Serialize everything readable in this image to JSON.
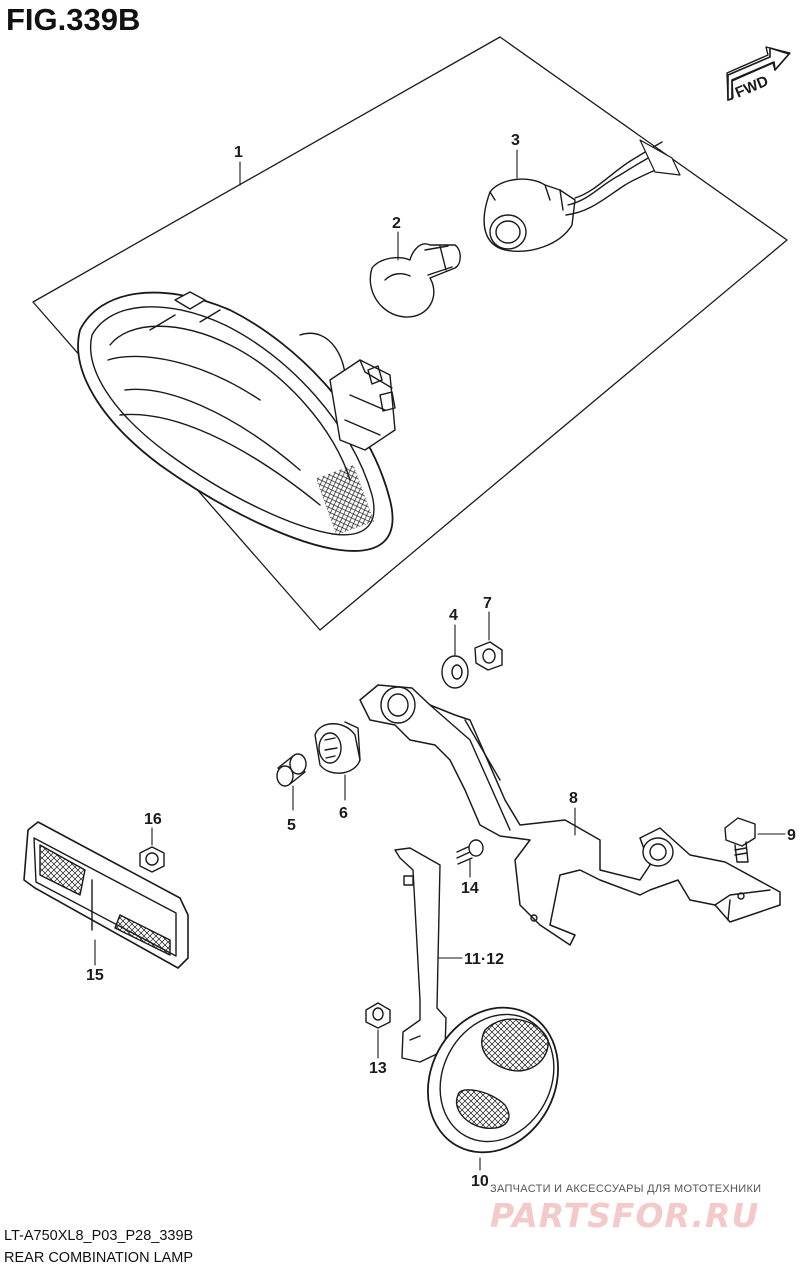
{
  "figure": {
    "title": "FIG.339B",
    "model_code": "LT-A750XL8_P03_P28_339B",
    "caption": "REAR COMBINATION LAMP"
  },
  "direction_marker": {
    "label": "FWD",
    "icon": "forward-arrow-icon"
  },
  "callouts": [
    {
      "id": "1",
      "text": "1"
    },
    {
      "id": "2",
      "text": "2"
    },
    {
      "id": "3",
      "text": "3"
    },
    {
      "id": "4",
      "text": "4"
    },
    {
      "id": "5",
      "text": "5"
    },
    {
      "id": "6",
      "text": "6"
    },
    {
      "id": "7",
      "text": "7"
    },
    {
      "id": "8",
      "text": "8"
    },
    {
      "id": "9",
      "text": "9"
    },
    {
      "id": "10",
      "text": "10"
    },
    {
      "id": "11-12",
      "text": "11·12"
    },
    {
      "id": "13",
      "text": "13"
    },
    {
      "id": "14",
      "text": "14"
    },
    {
      "id": "15",
      "text": "15"
    },
    {
      "id": "16",
      "text": "16"
    }
  ],
  "watermark": {
    "tagline": "ЗАПЧАСТИ И АКСЕССУАРЫ ДЛЯ МОТОТЕХНИКИ",
    "brand": "PARTSFOR.RU"
  },
  "colors": {
    "line": "#1a1a1a",
    "watermark": "#f3c9c9"
  }
}
